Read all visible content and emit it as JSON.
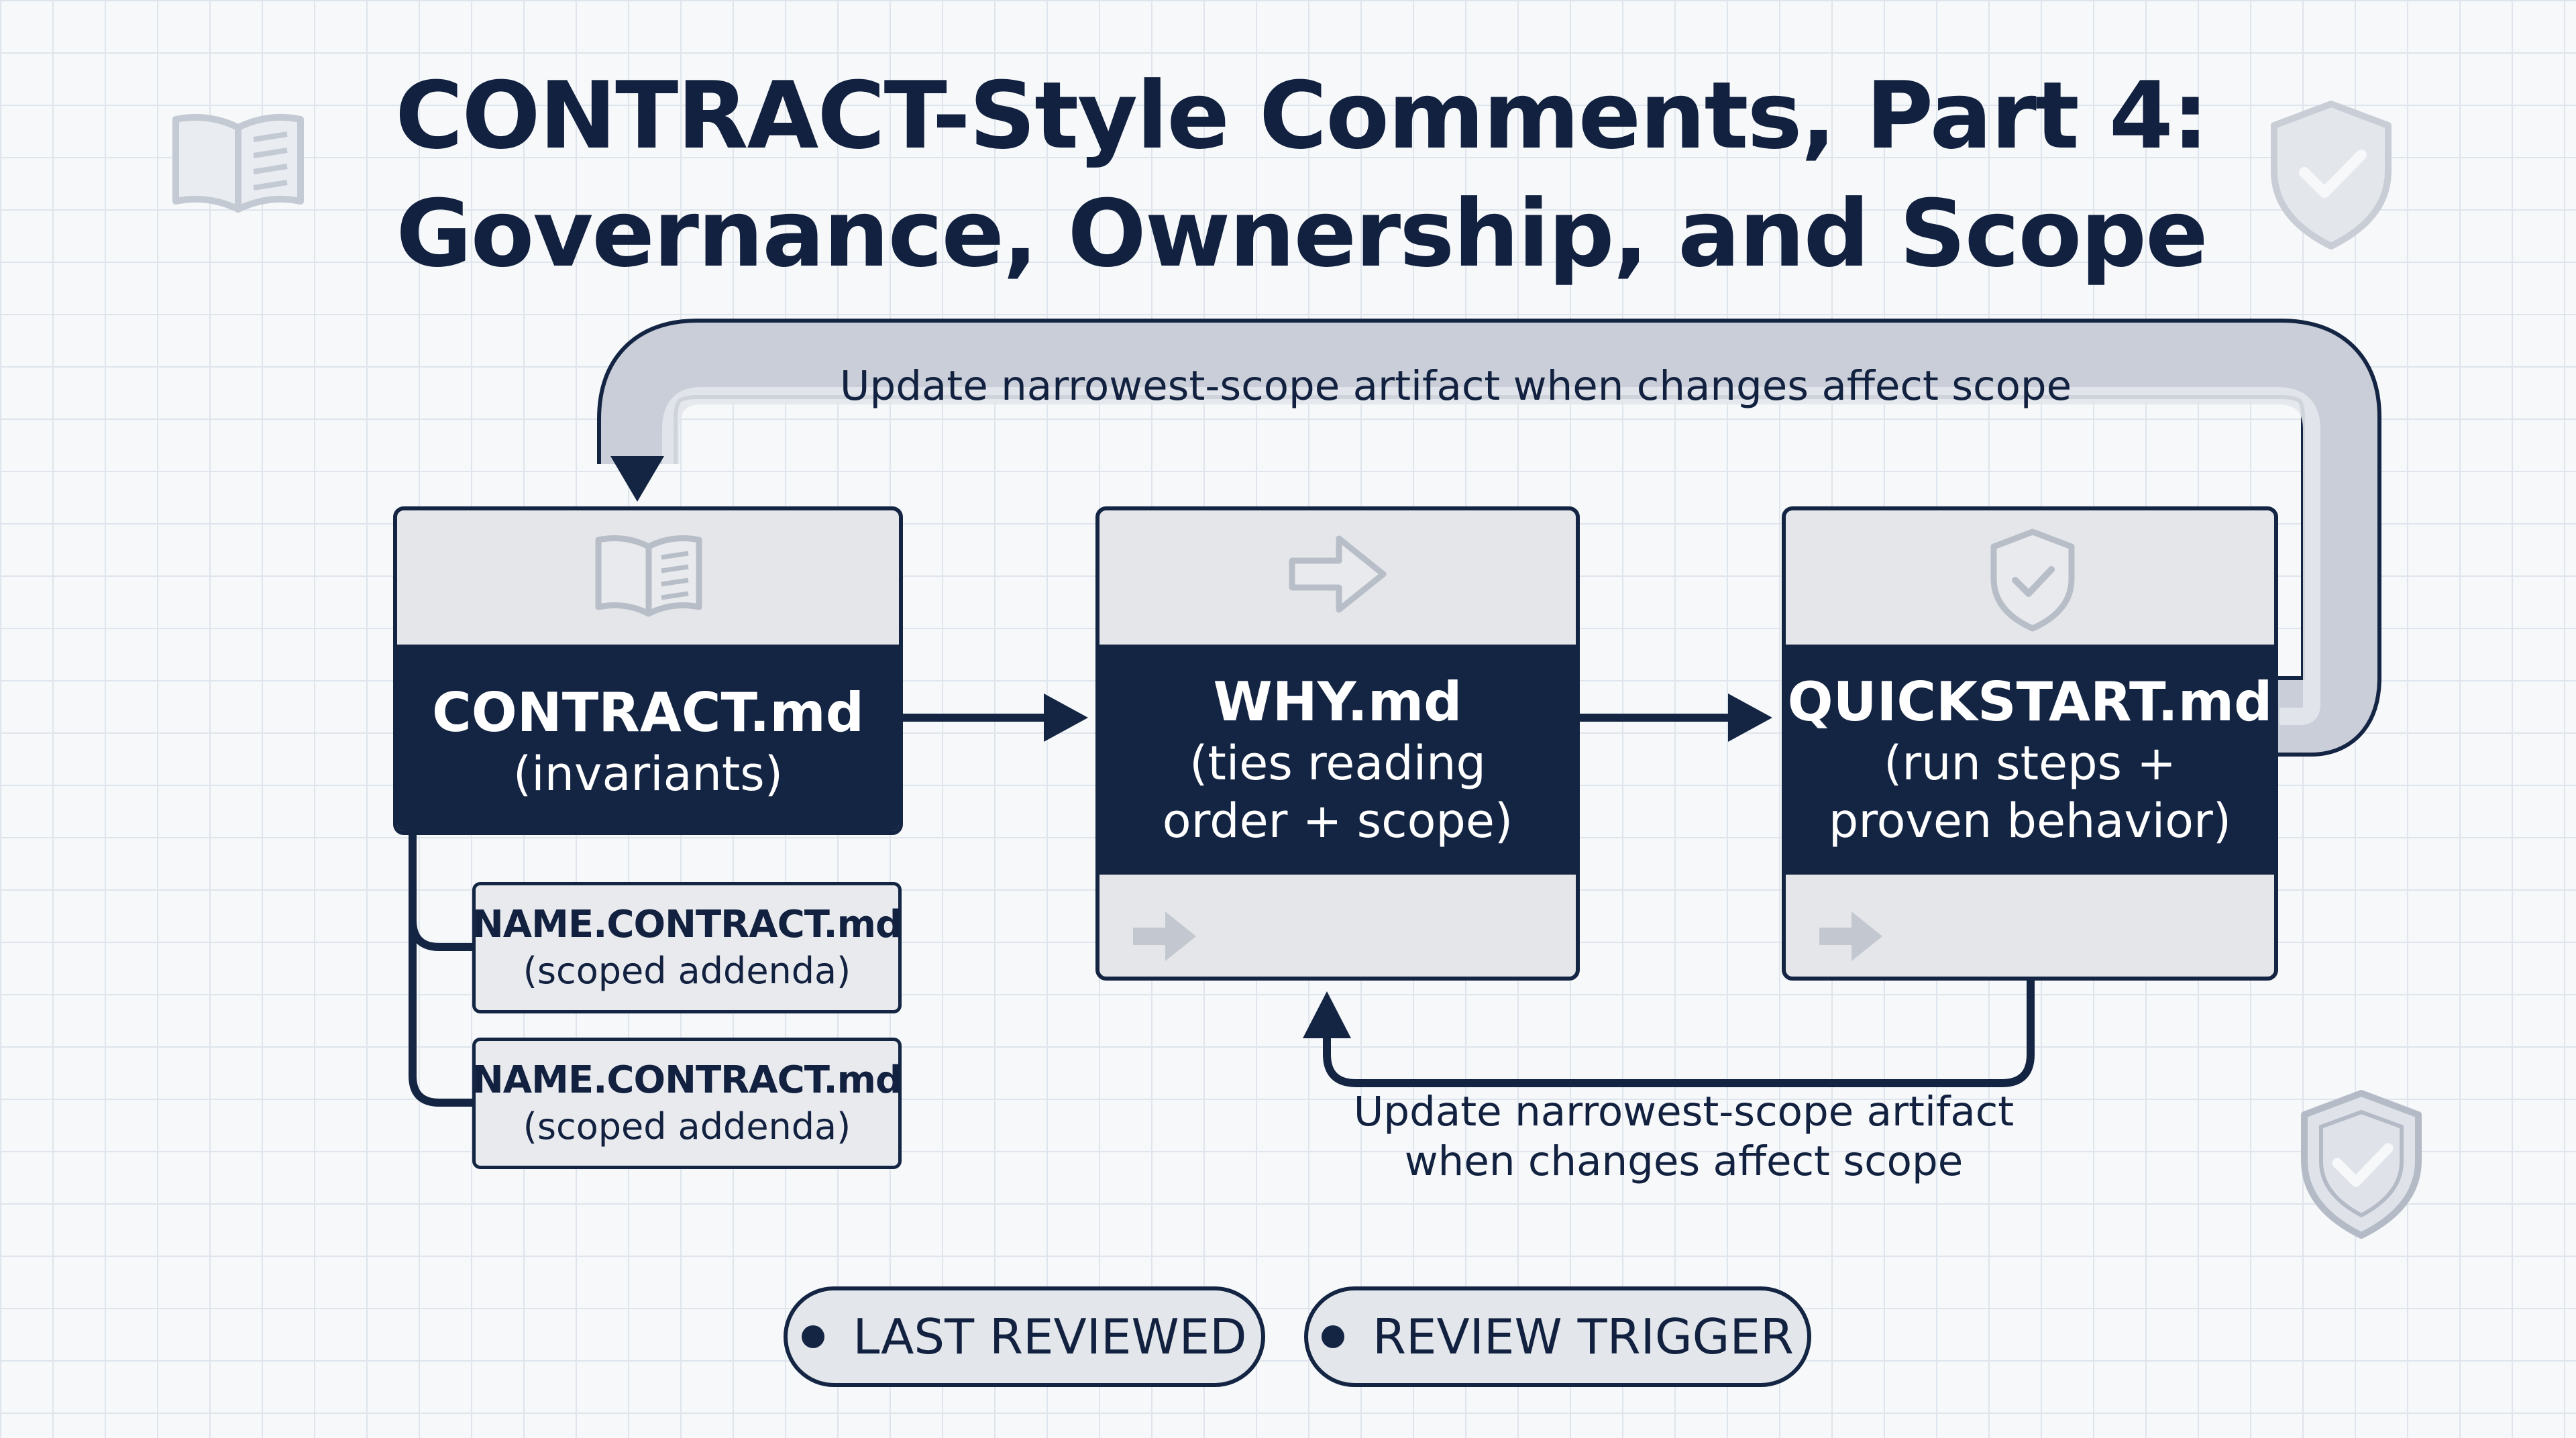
{
  "title": {
    "line1": "CONTRACT-Style Comments, Part 4:",
    "line2": "Governance, Ownership, and Scope"
  },
  "nodes": {
    "contract": {
      "name": "CONTRACT.md",
      "desc": "(invariants)",
      "icon": "book-icon"
    },
    "why": {
      "name": "WHY.md",
      "desc_line1": "(ties reading",
      "desc_line2": "order + scope)",
      "icon": "arrow-right-icon"
    },
    "quickstart": {
      "name": "QUICKSTART.md",
      "desc_line1": "(run steps +",
      "desc_line2": "proven behavior)",
      "icon": "shield-check-icon"
    }
  },
  "addenda": [
    {
      "name": "NAME.CONTRACT.md",
      "desc": "(scoped addenda)"
    },
    {
      "name": "NAME.CONTRACT.md",
      "desc": "(scoped addenda)"
    }
  ],
  "loops": {
    "top": "Update narrowest-scope artifact when changes affect scope",
    "bottom_line1": "Update narrowest-scope artifact",
    "bottom_line2": "when changes affect scope"
  },
  "pills": [
    {
      "label": "LAST REVIEWED"
    },
    {
      "label": "REVIEW TRIGGER"
    }
  ],
  "colors": {
    "navy": "#142543",
    "box_fill": "#e4e6ea",
    "loop_band": "#c9ced8",
    "icon_gray": "#b8bec8"
  }
}
